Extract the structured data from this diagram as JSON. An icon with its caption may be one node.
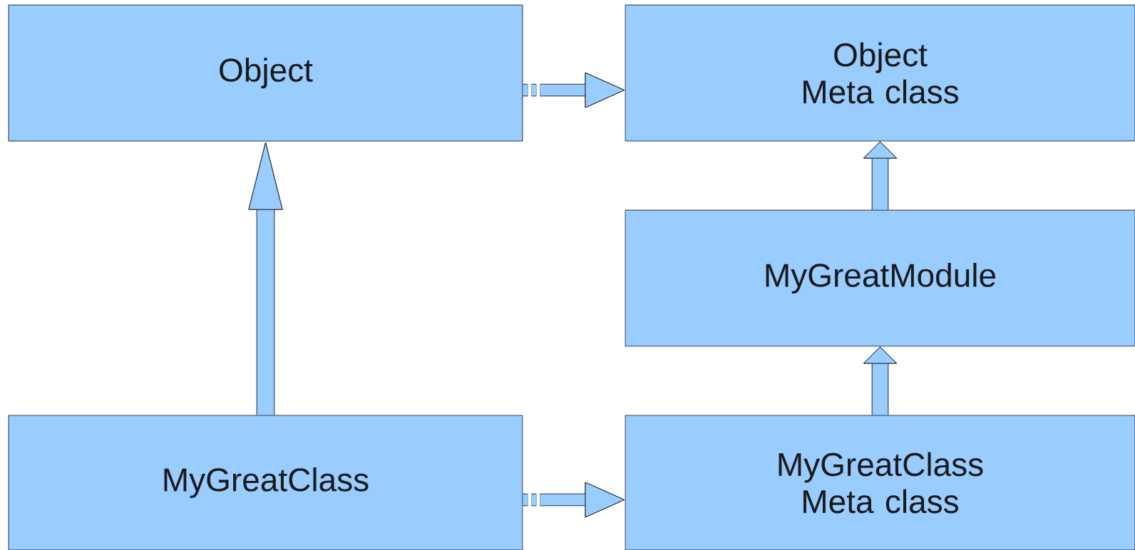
{
  "diagram": {
    "nodes": [
      {
        "text": [
          "Object"
        ]
      },
      {
        "text": [
          "Object Meta class"
        ]
      },
      {
        "text": [
          "MyGreatModule"
        ]
      },
      {
        "text": [
          "MyGreatClass"
        ]
      },
      {
        "text": [
          "MyGreatClass Meta class"
        ]
      }
    ],
    "edges": [
      {
        "from": 0,
        "to": 1,
        "arrow": "to",
        "style": "dashed"
      },
      {
        "from": 3,
        "to": 0,
        "arrow": "to"
      },
      {
        "from": 2,
        "to": 1,
        "arrow": "to"
      },
      {
        "from": 4,
        "to": 2,
        "arrow": "to"
      },
      {
        "from": 3,
        "to": 4,
        "arrow": "to",
        "style": "dashed"
      }
    ]
  }
}
